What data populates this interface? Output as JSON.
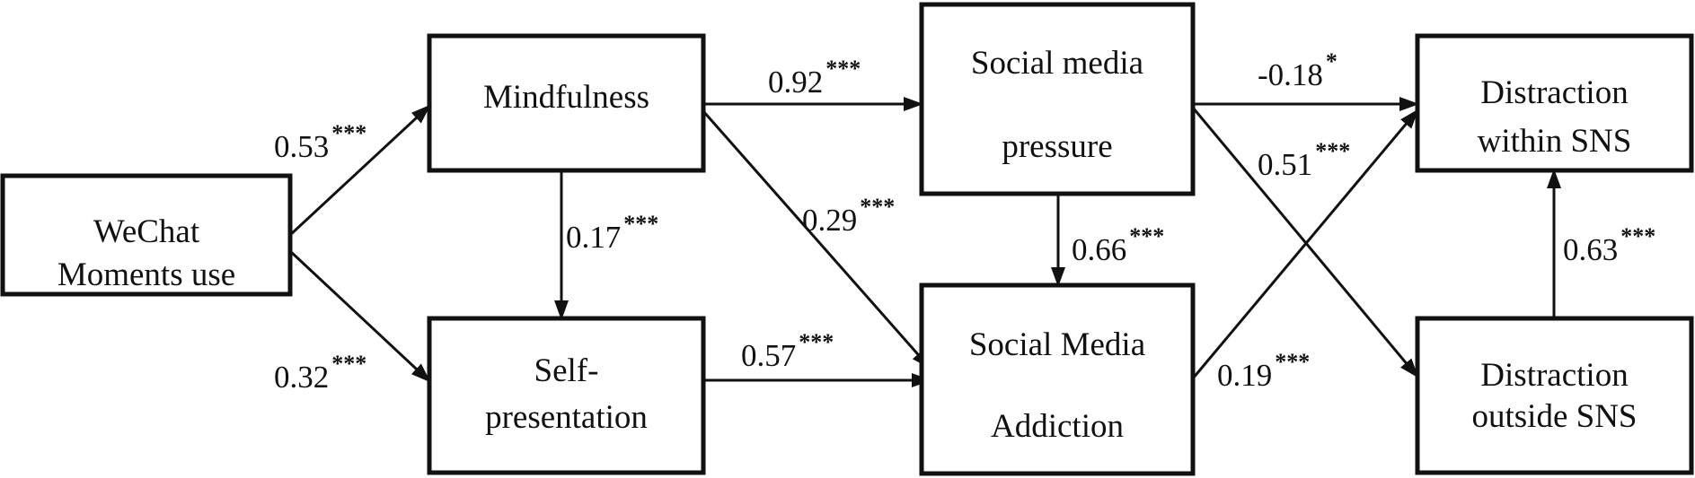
{
  "nodes": {
    "wechat": {
      "lines": [
        "WeChat",
        "Moments use"
      ]
    },
    "mindfulness": {
      "lines": [
        "Mindfulness"
      ]
    },
    "self_presentation": {
      "lines": [
        "Self-",
        "presentation"
      ]
    },
    "social_media_pressure": {
      "lines": [
        "Social media",
        "pressure"
      ]
    },
    "social_media_addiction": {
      "lines": [
        "Social Media",
        "Addiction"
      ]
    },
    "distraction_within": {
      "lines": [
        "Distraction",
        "within SNS"
      ]
    },
    "distraction_outside": {
      "lines": [
        "Distraction",
        "outside SNS"
      ]
    }
  },
  "edges": [
    {
      "from": "wechat",
      "to": "mindfulness",
      "coef": "0.53",
      "sig": "***"
    },
    {
      "from": "wechat",
      "to": "self_presentation",
      "coef": "0.32",
      "sig": "***"
    },
    {
      "from": "mindfulness",
      "to": "self_presentation",
      "coef": "0.17",
      "sig": "***"
    },
    {
      "from": "mindfulness",
      "to": "social_media_pressure",
      "coef": "0.92",
      "sig": "***"
    },
    {
      "from": "mindfulness",
      "to": "social_media_addiction",
      "coef": "0.29",
      "sig": "***"
    },
    {
      "from": "self_presentation",
      "to": "social_media_addiction",
      "coef": "0.57",
      "sig": "***"
    },
    {
      "from": "social_media_pressure",
      "to": "social_media_addiction",
      "coef": "0.66",
      "sig": "***"
    },
    {
      "from": "social_media_pressure",
      "to": "distraction_within",
      "coef": "-0.18",
      "sig": "*"
    },
    {
      "from": "social_media_pressure",
      "to": "distraction_outside",
      "coef": "0.51",
      "sig": "***"
    },
    {
      "from": "social_media_addiction",
      "to": "distraction_within",
      "coef": "0.19",
      "sig": "***"
    },
    {
      "from": "distraction_outside",
      "to": "distraction_within",
      "coef": "0.63",
      "sig": "***"
    }
  ]
}
